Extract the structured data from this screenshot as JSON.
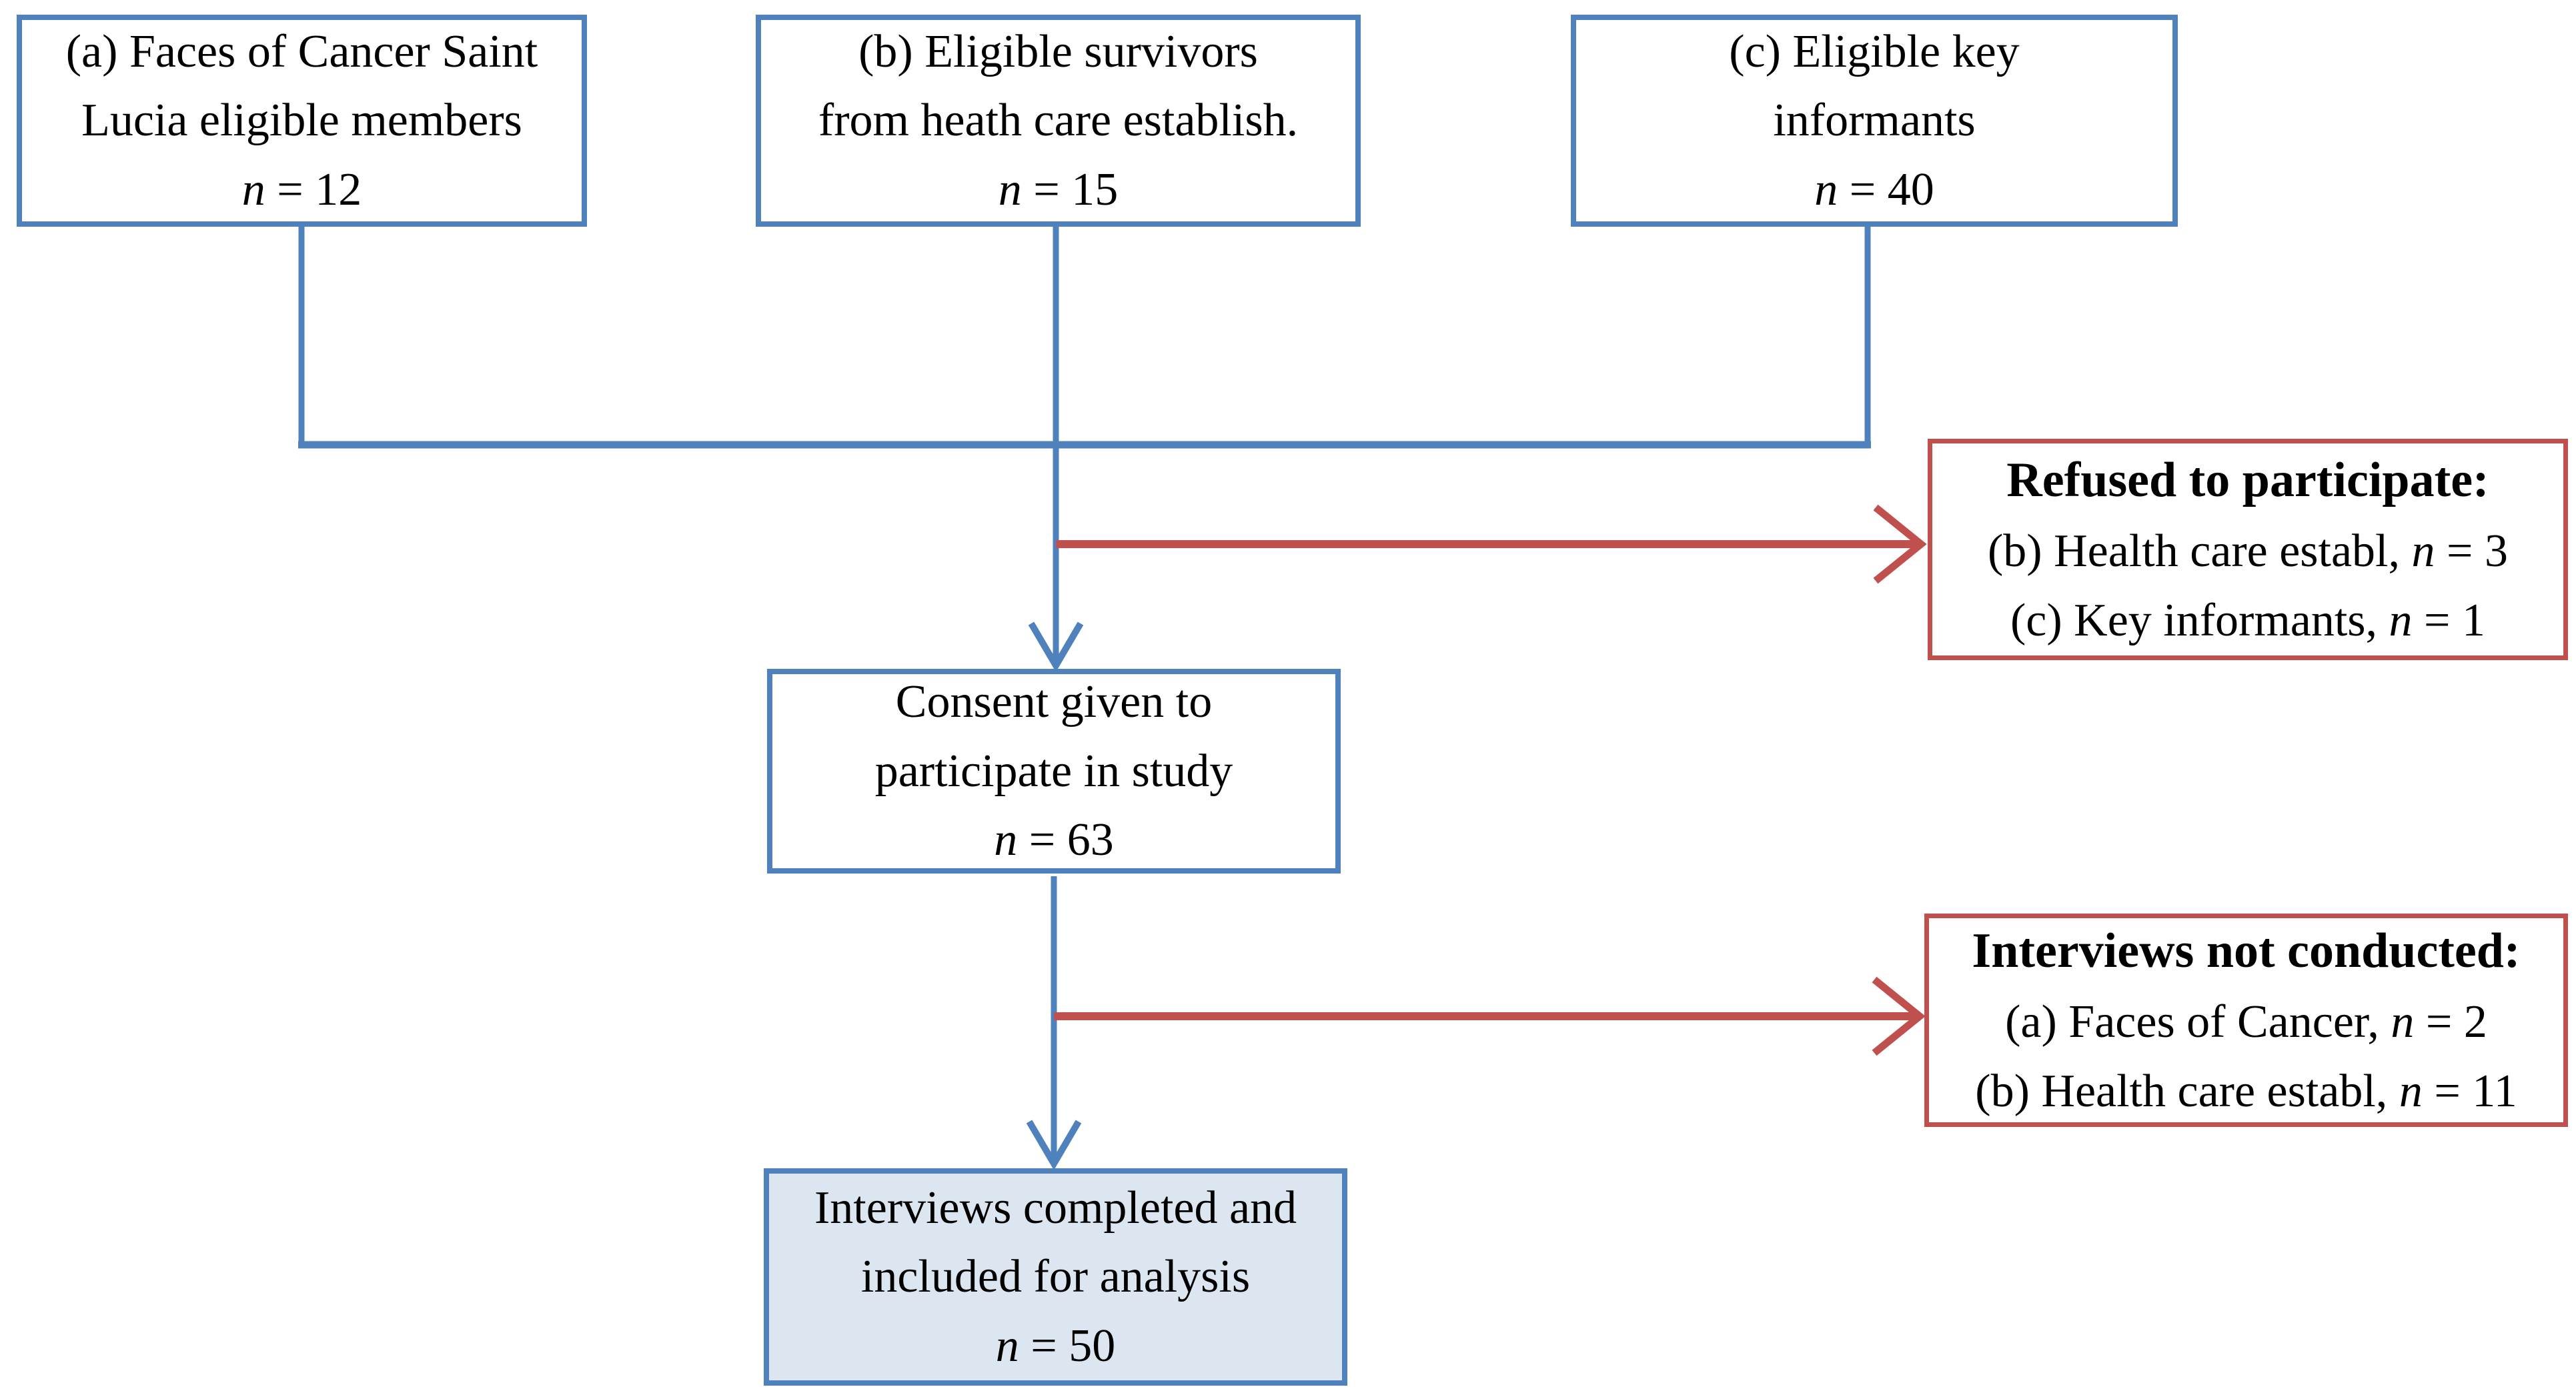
{
  "colors": {
    "blue": "#4F81BD",
    "red": "#C0504D",
    "final_fill": "#DCE6F1",
    "text": "#000000",
    "background": "#FFFFFF"
  },
  "boxes": {
    "source_a": {
      "line1": "(a) Faces of Cancer Saint",
      "line2": "Lucia eligible members",
      "n": "n",
      "n_value": " = 12"
    },
    "source_b": {
      "line1": "(b) Eligible survivors",
      "line2": "from heath care establish.",
      "n": "n",
      "n_value": " = 15"
    },
    "source_c": {
      "line1": "(c) Eligible key",
      "line2": "informants",
      "n": "n",
      "n_value": " = 40"
    },
    "refused": {
      "title": "Refused to participate:",
      "lines": [
        {
          "prefix": "(b) Health care establ, ",
          "n": "n",
          "value": " = 3"
        },
        {
          "prefix": "(c) Key informants, ",
          "n": "n",
          "value": " = 1"
        }
      ]
    },
    "consent": {
      "line1": "Consent given to",
      "line2": "participate in study",
      "n": "n",
      "n_value": " = 63"
    },
    "not_conducted": {
      "title": "Interviews not conducted:",
      "lines": [
        {
          "prefix": "(a) Faces of Cancer, ",
          "n": "n",
          "value": " = 2"
        },
        {
          "prefix": "(b) Health care establ, ",
          "n": "n",
          "value": " = 11"
        }
      ]
    },
    "final": {
      "line1": "Interviews completed and",
      "line2": "included for analysis",
      "n": "n",
      "n_value": " = 50"
    }
  }
}
